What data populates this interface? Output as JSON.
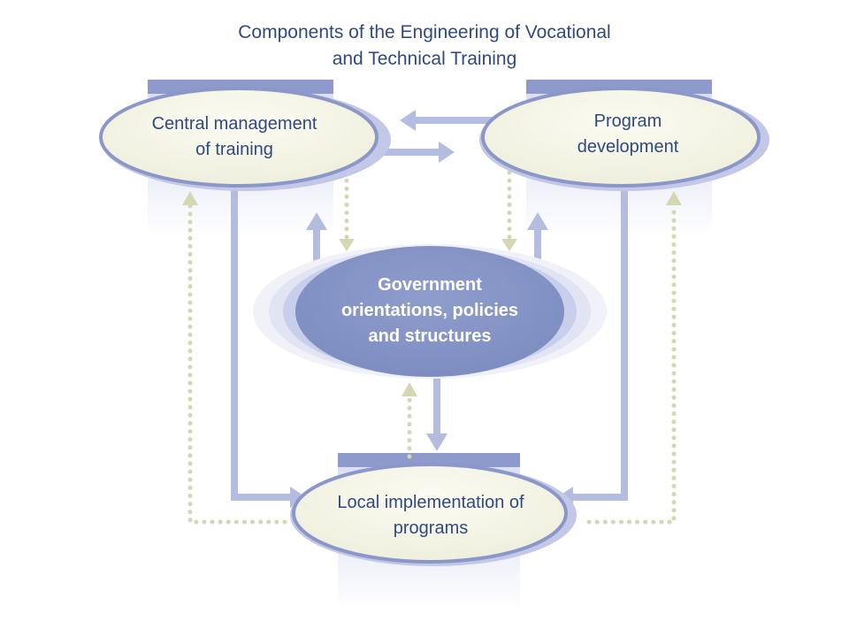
{
  "title": {
    "line1": "Components of the Engineering of Vocational",
    "line2": "and Technical Training"
  },
  "nodes": {
    "central": {
      "line1": "Central management",
      "line2": "of training"
    },
    "program": {
      "line1": "Program",
      "line2": "development"
    },
    "government": {
      "line1": "Government",
      "line2": "orientations, policies",
      "line3": "and structures"
    },
    "local": {
      "line1": "Local implementation of",
      "line2": "programs"
    }
  },
  "colors": {
    "title_text": "#2f4a7e",
    "solid_arrow": "#b4bcdf",
    "dotted_arrow": "#d5d6b2",
    "outer_node_fill": "#f4f4e6",
    "outer_node_border": "#8c97c9",
    "center_node_fill": "#8796c6",
    "backdrop_band": "#8e99cc"
  }
}
